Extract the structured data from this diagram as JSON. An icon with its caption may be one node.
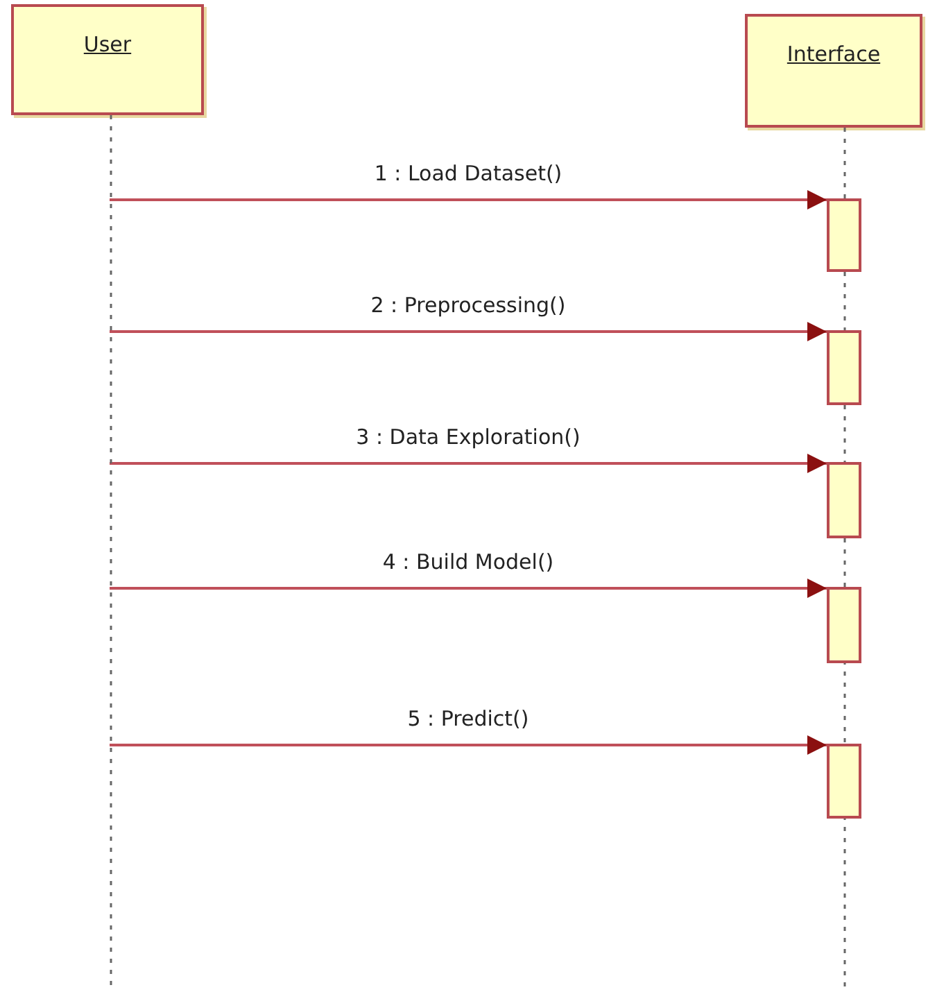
{
  "diagram": {
    "nodes": [
      {
        "text": [
          "User"
        ]
      },
      {
        "text": [
          "Interface"
        ]
      },
      {
        "text": [],
        "shape": "bar",
        "in": 1
      },
      {
        "text": [],
        "shape": "bar",
        "in": 1
      },
      {
        "text": [],
        "shape": "bar",
        "in": 1
      },
      {
        "text": [],
        "shape": "bar",
        "in": 1
      },
      {
        "text": [],
        "shape": "bar",
        "in": 1
      }
    ],
    "edges": [
      {
        "from": 0,
        "to": 2,
        "arrow": "to",
        "label": "1 : Load Dataset()"
      },
      {
        "from": 0,
        "to": 3,
        "arrow": "to",
        "label": "2 : Preprocessing()"
      },
      {
        "from": 0,
        "to": 4,
        "arrow": "to",
        "label": "3 : Data Exploration()"
      },
      {
        "from": 0,
        "to": 5,
        "arrow": "to",
        "label": "4 : Build Model()"
      },
      {
        "from": 0,
        "to": 6,
        "arrow": "to",
        "label": "5 : Predict()"
      }
    ]
  }
}
